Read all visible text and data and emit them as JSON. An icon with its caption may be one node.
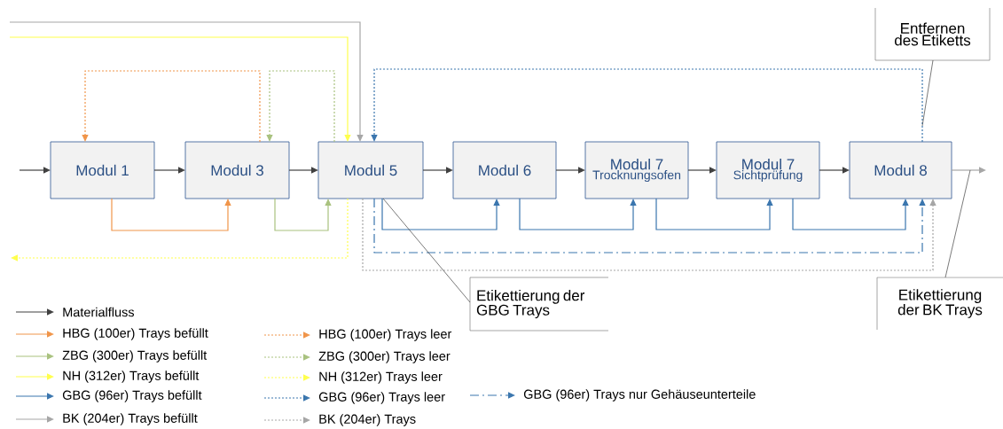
{
  "diagram": {
    "nodes": [
      {
        "text": [
          "Modul 1"
        ]
      },
      {
        "text": [
          "Modul 3"
        ]
      },
      {
        "text": [
          "Modul 5"
        ]
      },
      {
        "text": [
          "Modul 6"
        ]
      },
      {
        "text": [
          "Modul 7",
          "Trocknungsofen"
        ]
      },
      {
        "text": [
          "Modul 7",
          "Sichtprüfung"
        ]
      },
      {
        "text": [
          "Modul 8"
        ]
      },
      {
        "text": [
          "Entfernen des Etiketts"
        ]
      },
      {
        "text": [
          "Etikettierung der GBG Trays"
        ]
      },
      {
        "text": [
          "Etikettierung der BK Trays"
        ]
      }
    ],
    "edges": [
      {
        "from": null,
        "to": 0,
        "arrow": "to"
      },
      {
        "from": 0,
        "to": 1,
        "arrow": "to"
      },
      {
        "from": 1,
        "to": 2,
        "arrow": "to"
      },
      {
        "from": 2,
        "to": 3,
        "arrow": "to"
      },
      {
        "from": 3,
        "to": 4,
        "arrow": "to"
      },
      {
        "from": 4,
        "to": 5,
        "arrow": "to"
      },
      {
        "from": 5,
        "to": 6,
        "arrow": "to"
      },
      {
        "from": 6,
        "to": null,
        "arrow": "to",
        "color": "#a6a6a6"
      },
      {
        "from": null,
        "to": 2,
        "arrow": "to",
        "color": "#a6a6a6"
      },
      {
        "from": null,
        "to": 2,
        "arrow": "to",
        "color": "#ffff4d"
      },
      {
        "from": 1,
        "to": 0,
        "arrow": "to",
        "style": "dashed",
        "color": "#f0954a"
      },
      {
        "from": 2,
        "to": 1,
        "arrow": "to",
        "style": "dashed",
        "color": "#a9c27f"
      },
      {
        "from": 6,
        "to": 2,
        "arrow": "to",
        "style": "dashed",
        "color": "#3b76ae"
      },
      {
        "from": 0,
        "to": 1,
        "arrow": "to",
        "color": "#f0954a"
      },
      {
        "from": 1,
        "to": 2,
        "arrow": "to",
        "color": "#a9c27f"
      },
      {
        "from": 2,
        "to": null,
        "arrow": "to",
        "style": "dashed",
        "color": "#ffff4d"
      },
      {
        "from": 2,
        "to": 3,
        "arrow": "to",
        "color": "#3b76ae"
      },
      {
        "from": 3,
        "to": 4,
        "arrow": "to",
        "color": "#3b76ae"
      },
      {
        "from": 4,
        "to": 5,
        "arrow": "to",
        "color": "#3b76ae"
      },
      {
        "from": 5,
        "to": 6,
        "arrow": "to",
        "color": "#3b76ae"
      },
      {
        "from": 2,
        "to": 6,
        "arrow": "to",
        "style": "dashed",
        "color": "#3b76ae"
      },
      {
        "from": 2,
        "to": 6,
        "arrow": "to",
        "style": "dashed",
        "color": "#a6a6a6"
      },
      {
        "from": 7,
        "to": null,
        "arrow": "none"
      },
      {
        "from": 8,
        "to": 2,
        "arrow": "none"
      },
      {
        "from": 9,
        "to": null,
        "arrow": "none"
      }
    ],
    "legend": [
      {
        "text": "Materialfluss"
      },
      {
        "text": "HBG (100er) Trays befüllt"
      },
      {
        "text": "HBG (100er) Trays leer"
      },
      {
        "text": "ZBG (300er) Trays befüllt"
      },
      {
        "text": "ZBG (300er) Trays leer"
      },
      {
        "text": "NH (312er) Trays befüllt"
      },
      {
        "text": "NH (312er) Trays leer"
      },
      {
        "text": "GBG (96er) Trays befüllt"
      },
      {
        "text": "GBG (96er) Trays leer"
      },
      {
        "text": "GBG (96er) Trays nur Gehäuseunterteile"
      },
      {
        "text": "BK (204er) Trays befüllt"
      },
      {
        "text": "BK (204er) Trays"
      }
    ]
  }
}
